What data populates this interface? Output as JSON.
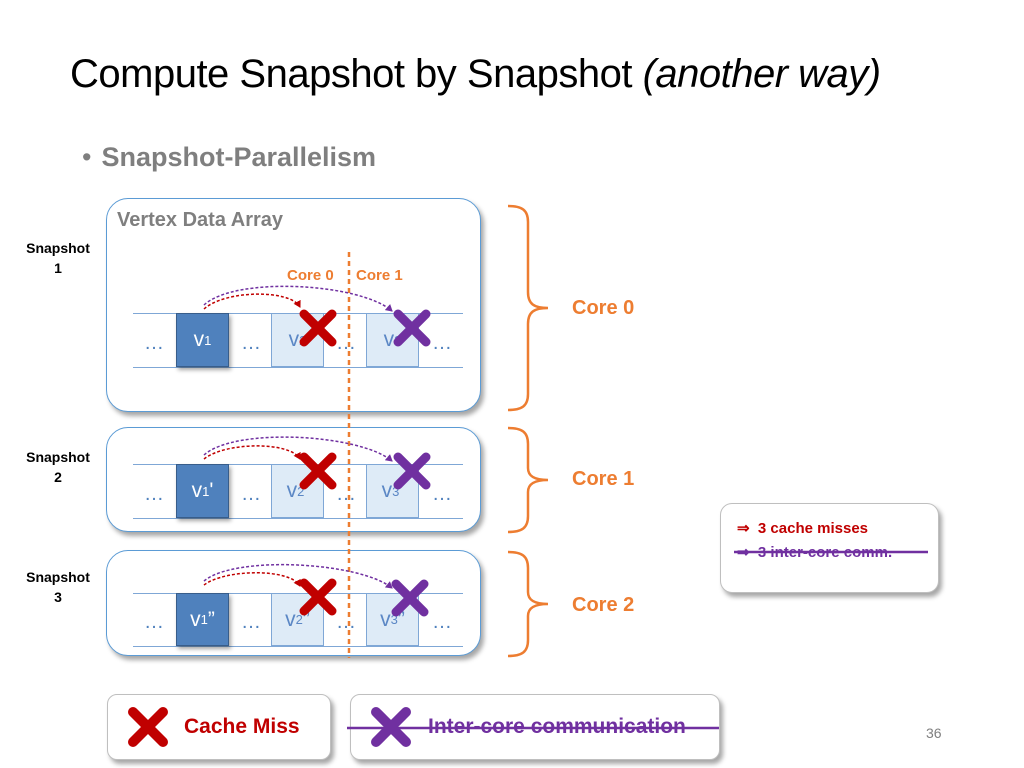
{
  "slide": {
    "title_main": "Compute Snapshot by Snapshot ",
    "title_sub": "(another way)",
    "bullet_symbol": "•",
    "bullet_text": "Snapshot-Parallelism",
    "page_number": "36"
  },
  "vertex_array_label": "Vertex Data Array",
  "mini_core_labels": [
    "Core 0",
    "Core 1"
  ],
  "snapshots": [
    {
      "label_line1": "Snapshot",
      "label_line2": "1",
      "core": "Core 0",
      "v1": "v",
      "v1_suffix": "",
      "v2": "v",
      "v2_suffix": "",
      "v3": "v",
      "v3_suffix": ""
    },
    {
      "label_line1": "Snapshot",
      "label_line2": "2",
      "core": "Core 1",
      "v1": "v",
      "v1_suffix": "'",
      "v2": "v",
      "v2_suffix": "'",
      "v3": "v",
      "v3_suffix": "'"
    },
    {
      "label_line1": "Snapshot",
      "label_line2": "3",
      "core": "Core 2",
      "v1": "v",
      "v1_suffix": "”",
      "v2": "v",
      "v2_suffix": "”",
      "v3": "v",
      "v3_suffix": "”"
    }
  ],
  "subscripts": [
    "1",
    "2",
    "3"
  ],
  "ellipsis": "…",
  "note": {
    "arrow": "⇒",
    "line1": "3 cache misses",
    "line2": "3 inter-core comm."
  },
  "legend": {
    "cache_miss": "Cache Miss",
    "inter_core": "Inter-core communication"
  },
  "colors": {
    "cache_miss": "#c00000",
    "inter_core": "#7030a0",
    "core_orange": "#ed7d31",
    "box_blue": "#5b9bd5"
  }
}
